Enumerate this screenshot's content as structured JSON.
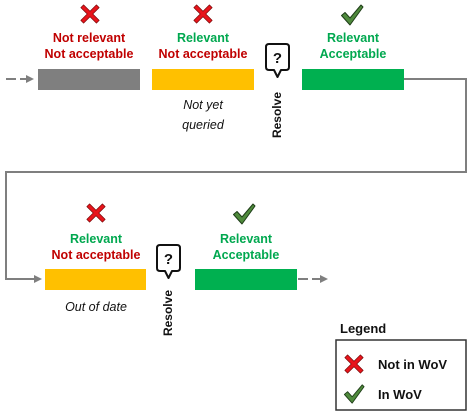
{
  "colors": {
    "not_relevant_bar": "#7f7f7f",
    "not_acceptable_bar": "#ffc000",
    "acceptable_bar": "#00b050",
    "red_text": "#c00000",
    "green_text": "#00a84f",
    "flow_line": "#7f7f7f",
    "cross_icon": "#e8141b",
    "check_icon": "#2e5a2b"
  },
  "top_row": {
    "stage1": {
      "line1": "Not relevant",
      "line2": "Not acceptable",
      "icon": "cross-icon"
    },
    "stage2": {
      "line1": "Relevant",
      "line2": "Not acceptable",
      "icon": "cross-icon",
      "note_line1": "Not yet",
      "note_line2": "queried"
    },
    "stage3": {
      "line1": "Relevant",
      "line2": "Acceptable",
      "icon": "check-icon"
    },
    "resolve": {
      "label": "Resolve",
      "bubble": "?"
    }
  },
  "bottom_row": {
    "stage1": {
      "line1": "Relevant",
      "line2": "Not acceptable",
      "icon": "cross-icon",
      "note": "Out of date"
    },
    "stage2": {
      "line1": "Relevant",
      "line2": "Acceptable",
      "icon": "check-icon"
    },
    "resolve": {
      "label": "Resolve",
      "bubble": "?"
    }
  },
  "legend": {
    "title": "Legend",
    "items": [
      {
        "icon": "cross-icon",
        "label": "Not in WoV"
      },
      {
        "icon": "check-icon",
        "label": "In WoV"
      }
    ]
  }
}
